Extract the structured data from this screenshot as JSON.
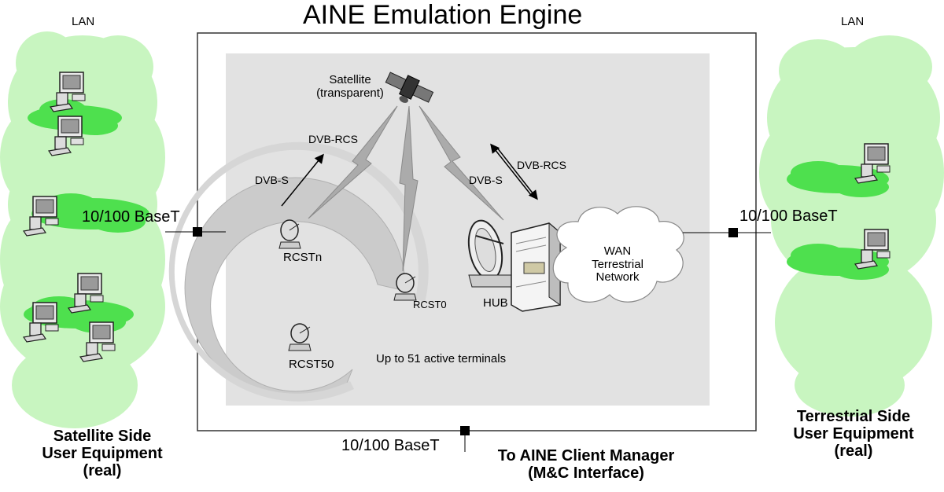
{
  "title": "AINE Emulation Engine",
  "left_side": {
    "lan_label": "LAN",
    "port_label": "10/100 BaseT",
    "caption_line1": "Satellite Side",
    "caption_line2": "User Equipment",
    "caption_line3": "(real)"
  },
  "right_side": {
    "lan_label": "LAN",
    "port_label": "10/100 BaseT",
    "caption_line1": "Terrestrial Side",
    "caption_line2": "User Equipment",
    "caption_line3": "(real)"
  },
  "bottom": {
    "port_label": "10/100 BaseT",
    "caption_line1": "To AINE Client Manager",
    "caption_line2": "(M&C Interface)"
  },
  "engine": {
    "satellite_line1": "Satellite",
    "satellite_line2": "(transparent)",
    "left_link_up": "DVB-RCS",
    "left_link_down": "DVB-S",
    "right_link_up": "DVB-RCS",
    "right_link_down": "DVB-S",
    "terminal_n": "RCSTn",
    "terminal_0": "RCST0",
    "terminal_50": "RCST50",
    "hub": "HUB",
    "wan_line1": "WAN",
    "wan_line2": "Terrestrial",
    "wan_line3": "Network",
    "terminals_note": "Up to 51 active terminals"
  },
  "colors": {
    "lan_cloud": "#c8f5c0",
    "subnet_cloud": "#4ee04e",
    "engine_panel": "#e2e2e2",
    "terminal_arc": "#c9c9c9"
  },
  "icons": [
    "satellite-icon",
    "dish-icon",
    "server-rack-icon",
    "computer-icon",
    "cloud-icon",
    "lightning-link-icon",
    "port-connector-icon"
  ]
}
